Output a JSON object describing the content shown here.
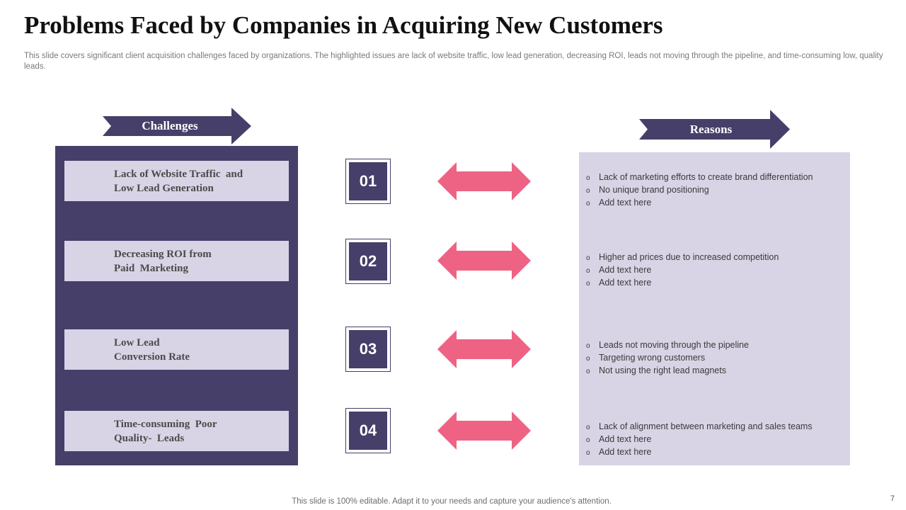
{
  "slide": {
    "title": "Problems Faced by Companies in Acquiring New Customers",
    "subtitle": "This slide covers significant client acquisition challenges faced by organizations. The highlighted issues are lack of website traffic, low lead generation, decreasing ROI, leads not moving through the pipeline, and time-consuming low, quality leads.",
    "footer": "This slide is 100% editable. Adapt it to your needs and capture your audience's attention.",
    "page_number": "7"
  },
  "headers": {
    "challenges": "Challenges",
    "reasons": "Reasons"
  },
  "colors": {
    "dark_purple": "#453f69",
    "light_lavender": "#d8d4e6",
    "pink_arrow": "#ee6384"
  },
  "rows": [
    {
      "number": "01",
      "challenge_lines": [
        "Lack of Website Traffic  and",
        "Low Lead Generation"
      ],
      "reasons": [
        "Lack of marketing efforts to create brand differentiation",
        "No unique brand positioning",
        "Add text here"
      ]
    },
    {
      "number": "02",
      "challenge_lines": [
        "Decreasing ROI from",
        "Paid  Marketing"
      ],
      "reasons": [
        "Higher ad prices due to increased competition",
        "Add text here",
        "Add text here"
      ]
    },
    {
      "number": "03",
      "challenge_lines": [
        "Low Lead",
        "Conversion Rate"
      ],
      "reasons": [
        "Leads not moving through the pipeline",
        "Targeting  wrong customers",
        "Not using the right lead magnets"
      ]
    },
    {
      "number": "04",
      "challenge_lines": [
        "Time-consuming  Poor",
        "Quality-  Leads"
      ],
      "reasons": [
        "Lack of alignment  between  marketing and sales teams",
        "Add text here",
        "Add text here"
      ]
    }
  ],
  "bullet_glyph": "o"
}
